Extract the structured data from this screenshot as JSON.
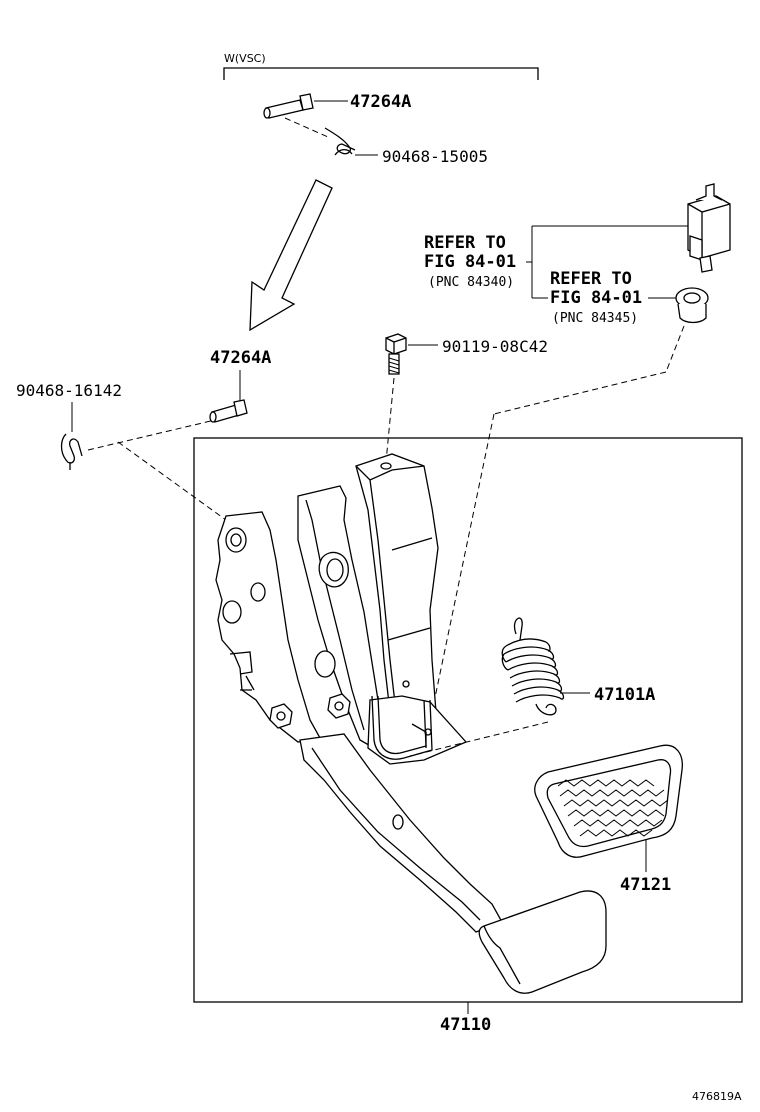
{
  "variant_label": "W(VSC)",
  "parts": {
    "pin_top": "47264A",
    "clip_top": "90468-15005",
    "pin_left": "47264A",
    "clip_left": "90468-16142",
    "bolt": "90119-08C42",
    "spring": "47101A",
    "pad": "47121",
    "pedal_assembly": "47110"
  },
  "refer_1": {
    "line1": "REFER TO",
    "line2": "FIG 84-01",
    "line3": "(PNC 84340)"
  },
  "refer_2": {
    "line1": "REFER TO",
    "line2": "FIG 84-01",
    "line3": "(PNC 84345)"
  },
  "figure_code": "476819A"
}
